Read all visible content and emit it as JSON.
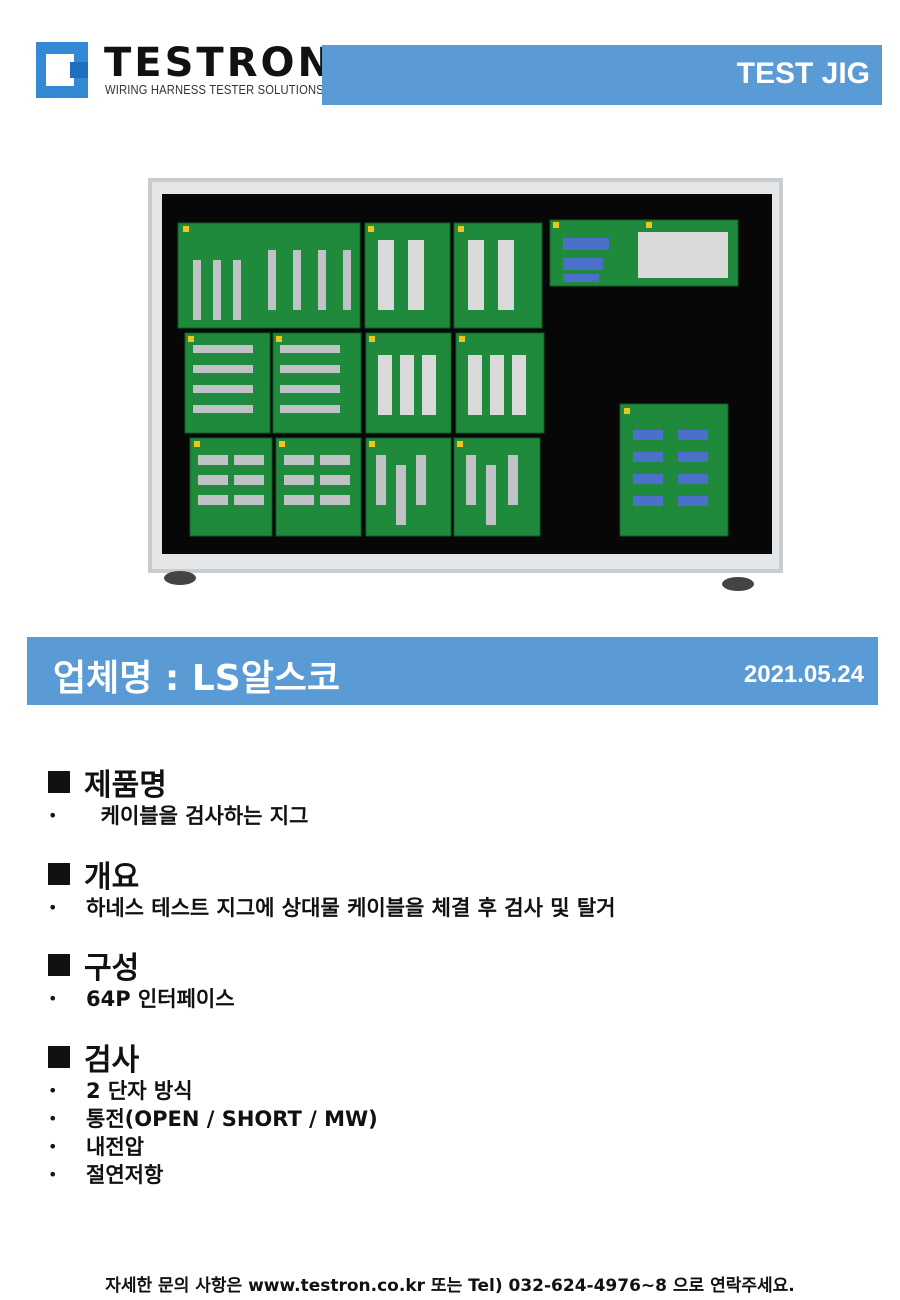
{
  "header": {
    "logo_name": "TESTRON",
    "logo_tagline": "WIRING HARNESS TESTER SOLUTIONS",
    "badge": "TEST JIG"
  },
  "company": {
    "name": "업체명 : LS알스코",
    "date": "2021.05.24"
  },
  "sections": [
    {
      "title": "제품명",
      "items": [
        "  케이블을 검사하는 지그"
      ]
    },
    {
      "title": "개요",
      "items": [
        "하네스 테스트 지그에 상대물 케이블을 체결 후 검사 및 탈거"
      ]
    },
    {
      "title": "구성",
      "items": [
        "64P 인터페이스"
      ]
    },
    {
      "title": "검사",
      "items": [
        "2 단자 방식",
        "통전(OPEN / SHORT / MW)",
        "내전압",
        "절연저항"
      ]
    }
  ],
  "footer": "자세한 문의 사항은 www.testron.co.kr 또는 Tel) 032-624-4976~8 으로 연락주세요.",
  "colors": {
    "accent": "#5b9bd5",
    "pcb": "#1f8a3c",
    "panel": "#0a0a0a",
    "frame": "#cfd3d6"
  }
}
